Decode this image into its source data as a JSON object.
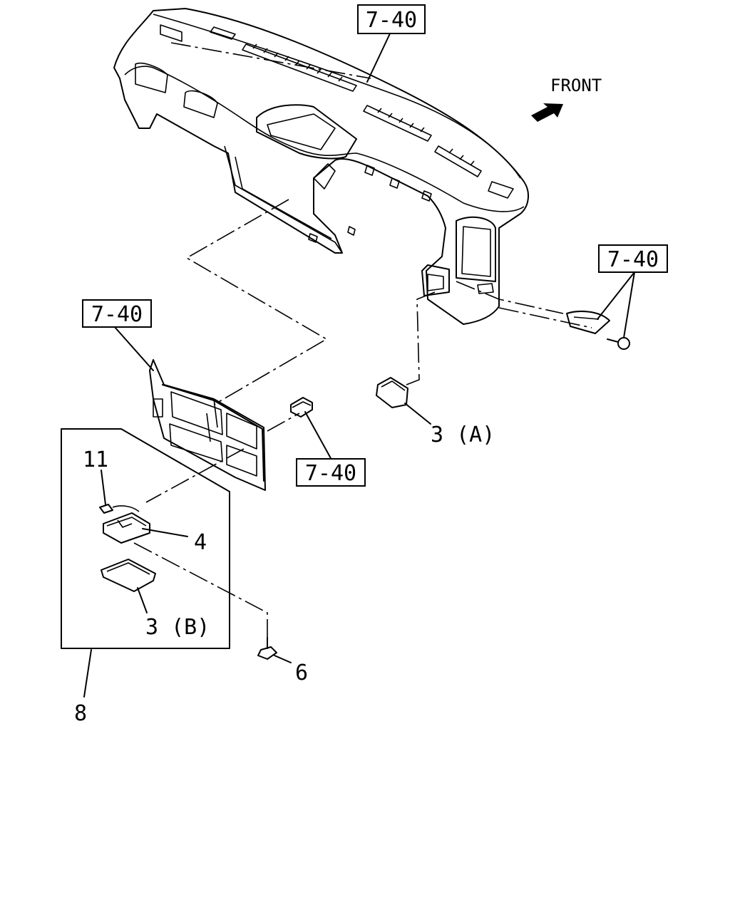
{
  "direction": {
    "label": "FRONT",
    "icon": "front-arrow-icon"
  },
  "refs": [
    {
      "id": "ref-top",
      "text": "7-40"
    },
    {
      "id": "ref-right",
      "text": "7-40"
    },
    {
      "id": "ref-left",
      "text": "7-40"
    },
    {
      "id": "ref-center",
      "text": "7-40"
    }
  ],
  "callouts": [
    {
      "id": "part-3a",
      "text": "3 (A)"
    },
    {
      "id": "part-11",
      "text": "11"
    },
    {
      "id": "part-4",
      "text": "4"
    },
    {
      "id": "part-3b",
      "text": "3 (B)"
    },
    {
      "id": "part-6",
      "text": "6"
    },
    {
      "id": "part-8",
      "text": "8"
    }
  ]
}
